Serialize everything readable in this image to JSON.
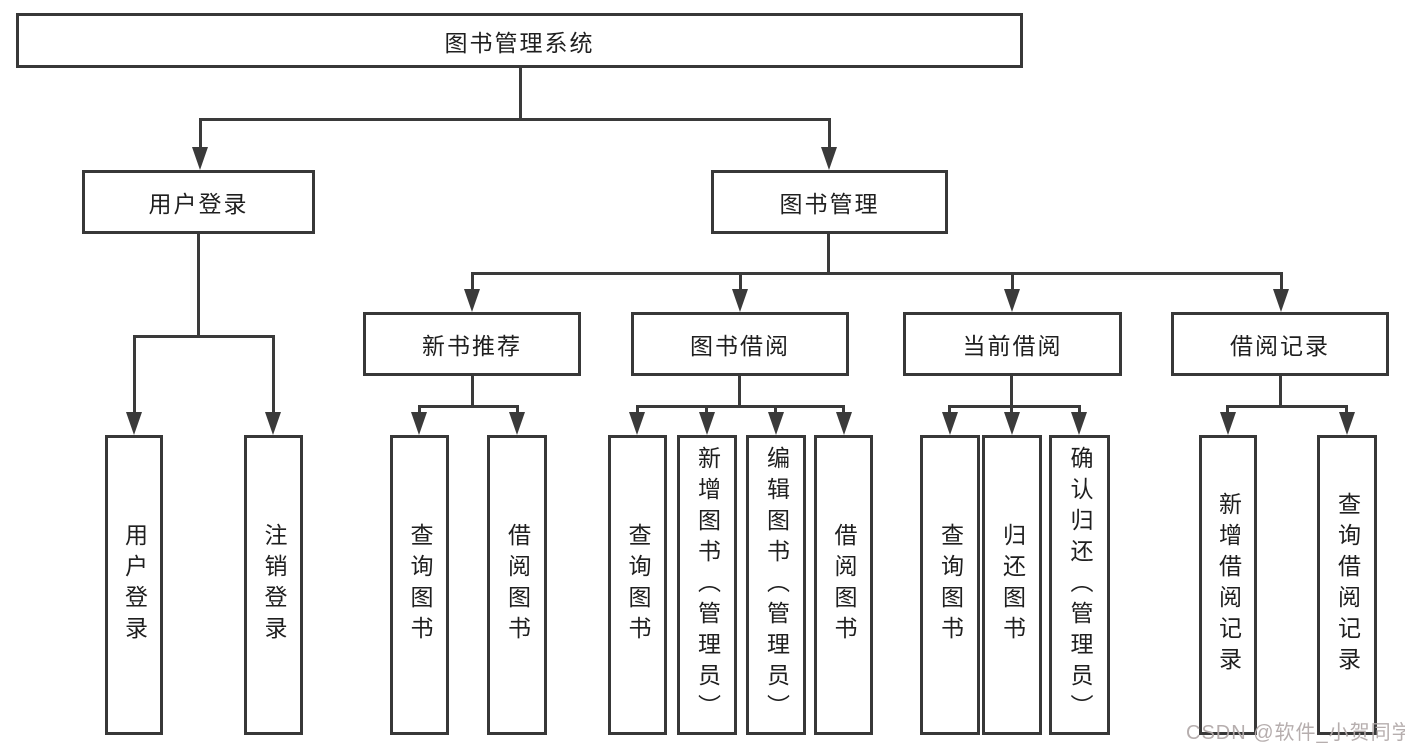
{
  "diagram": {
    "root": {
      "label": "图书管理系统"
    },
    "level2": [
      {
        "label": "用户登录"
      },
      {
        "label": "图书管理"
      }
    ],
    "level3": [
      {
        "label": "新书推荐"
      },
      {
        "label": "图书借阅"
      },
      {
        "label": "当前借阅"
      },
      {
        "label": "借阅记录"
      }
    ],
    "leaves": {
      "user_login": [
        "用户登录",
        "注销登录"
      ],
      "new_book_recommend": [
        "查询图书",
        "借阅图书"
      ],
      "book_borrow": [
        "查询图书",
        "新增图书（管理员）",
        "编辑图书（管理员）",
        "借阅图书"
      ],
      "current_borrow": [
        "查询图书",
        "归还图书",
        "确认归还（管理员）"
      ],
      "borrow_record": [
        "新增借阅记录",
        "查询借阅记录"
      ]
    },
    "line_color": "#3a3a3a",
    "border_color": "#383838",
    "text_color": "#1f1f1f"
  },
  "watermark": {
    "text": "CSDN @软件_小贺同学",
    "color": "#b2aaaa"
  }
}
